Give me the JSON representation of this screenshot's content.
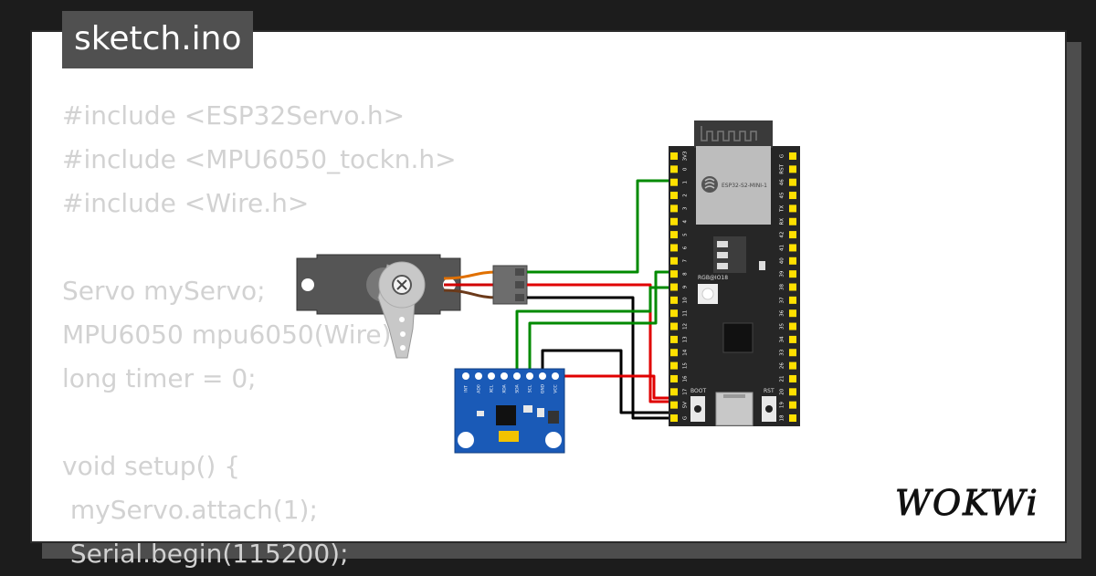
{
  "filename": "sketch.ino",
  "code_lines": [
    "#include <ESP32Servo.h>",
    "#include <MPU6050_tockn.h>",
    "#include <Wire.h>",
    "",
    "Servo myServo;",
    "MPU6050 mpu6050(Wire);",
    "long timer = 0;",
    "",
    "void setup() {",
    " myServo.attach(1);",
    " Serial.begin(115200);"
  ],
  "board": {
    "module_label": "ESP32-S2-MINI-1",
    "rgb_label": "RGB@IO18",
    "boot_label": "BOOT",
    "rst_label": "RST",
    "left_pins": [
      "3V3",
      "0",
      "1",
      "2",
      "3",
      "4",
      "5",
      "6",
      "7",
      "8",
      "9",
      "10",
      "11",
      "12",
      "13",
      "14",
      "15",
      "16",
      "17",
      "5V",
      "G"
    ],
    "right_pins": [
      "G",
      "RST",
      "46",
      "45",
      "TX",
      "RX",
      "42",
      "41",
      "40",
      "39",
      "38",
      "37",
      "36",
      "35",
      "34",
      "33",
      "26",
      "21",
      "20",
      "19",
      "18"
    ]
  },
  "mpu_pins": [
    "INT",
    "AD0",
    "XCL",
    "XDA",
    "SDA",
    "SCL",
    "GND",
    "VCC"
  ],
  "brand": "WOKWi",
  "colors": {
    "background": "#1c1c1c",
    "card": "#ffffff",
    "code_text": "#d2d2d2",
    "wire_green": "#008a00",
    "wire_red": "#e00000",
    "wire_black": "#000000",
    "board": "#262626",
    "pin_yellow": "#ffe000",
    "mpu_blue": "#1a5ab7"
  }
}
